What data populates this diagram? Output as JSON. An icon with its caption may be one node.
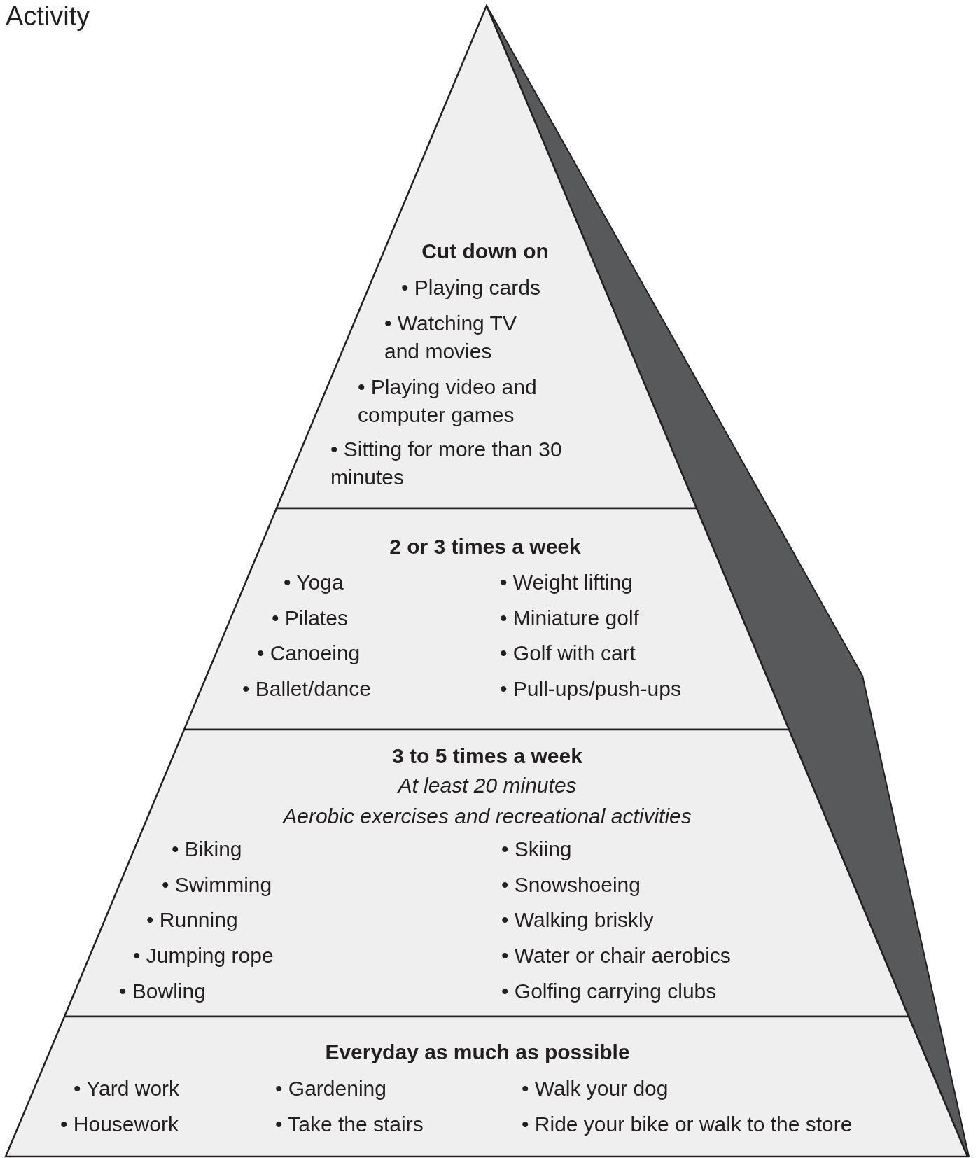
{
  "diagram": {
    "title": "Activity",
    "nodes": [
      {
        "text": [
          "Cut down on",
          "• Playing cards",
          "• Watching TV and movies",
          "• Playing video and computer games",
          "• Sitting for more than 30 minutes"
        ]
      },
      {
        "text": [
          "2 or 3 times a week",
          "• Yoga",
          "• Pilates",
          "• Canoeing",
          "• Ballet/dance",
          "• Weight lifting",
          "• Miniature golf",
          "• Golf with cart",
          "• Pull-ups/push-ups"
        ]
      },
      {
        "text": [
          "3 to 5 times a week",
          "At least 20 minutes",
          "Aerobic exercises and recreational activities",
          "• Biking",
          "• Swimming",
          "• Running",
          "• Jumping rope",
          "• Bowling",
          "• Skiing",
          "• Snowshoeing",
          "• Walking briskly",
          "• Water or chair aerobics",
          "• Golfing carrying clubs"
        ]
      },
      {
        "text": [
          "Everyday as much as possible",
          "• Yard work",
          "• Housework",
          "• Gardening",
          "• Take the stairs",
          "• Walk your dog",
          "• Ride your bike or walk to the store"
        ]
      }
    ],
    "edges": []
  }
}
